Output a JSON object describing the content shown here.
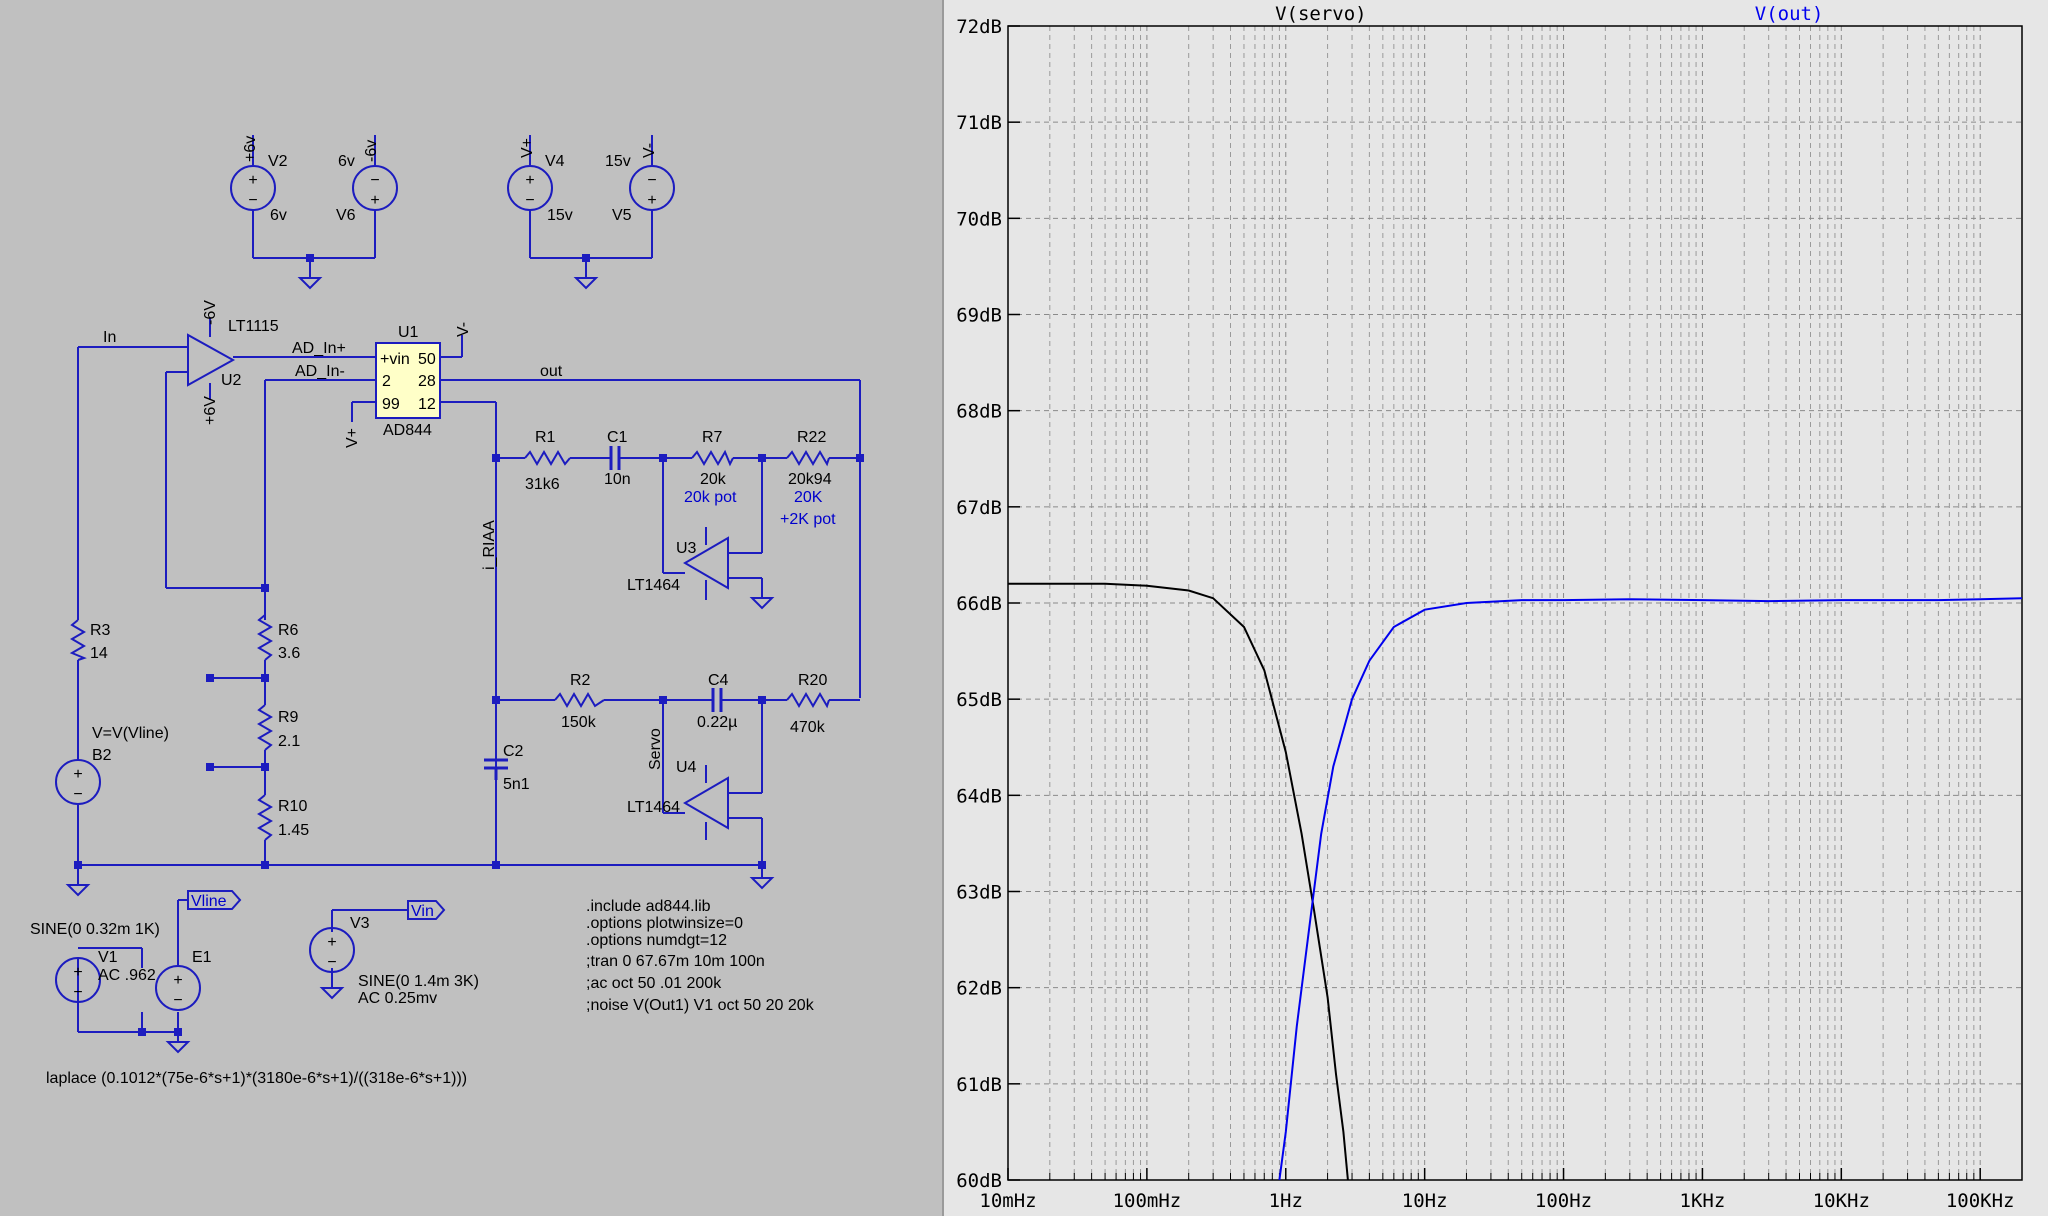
{
  "schematic": {
    "supplies": {
      "v2": {
        "name": "V2",
        "value": "6v",
        "net": "+6v"
      },
      "v6": {
        "name": "V6",
        "value": "6v",
        "net": "-6v"
      },
      "v4": {
        "name": "V4",
        "value": "15v",
        "net": "V+"
      },
      "v5": {
        "name": "V5",
        "value": "15v",
        "net": "V-"
      }
    },
    "components": {
      "u2": {
        "name": "U2",
        "model": "LT1115",
        "supply_top": "-6V",
        "supply_bottom": "+6V"
      },
      "u1": {
        "name": "U1",
        "model": "AD844",
        "pin_vin": "+vin",
        "pin_50": "50",
        "pin_2": "2",
        "pin_28": "28",
        "pin_99": "99",
        "pin_12": "12",
        "net_vplus": "V+",
        "net_vminus": "V-"
      },
      "u3": {
        "name": "U3",
        "model": "LT1464"
      },
      "u4": {
        "name": "U4",
        "model": "LT1464"
      },
      "r1": {
        "name": "R1",
        "value": "31k6"
      },
      "c1": {
        "name": "C1",
        "value": "10n"
      },
      "r7": {
        "name": "R7",
        "value": "20k",
        "note": "20k pot"
      },
      "r22": {
        "name": "R22",
        "value": "20k94",
        "note1": "20K",
        "note2": "+2K pot"
      },
      "r2": {
        "name": "R2",
        "value": "150k"
      },
      "c4": {
        "name": "C4",
        "value": "0.22µ"
      },
      "r20": {
        "name": "R20",
        "value": "470k"
      },
      "c2": {
        "name": "C2",
        "value": "5n1"
      },
      "r3": {
        "name": "R3",
        "value": "14"
      },
      "r6": {
        "name": "R6",
        "value": "3.6"
      },
      "r9": {
        "name": "R9",
        "value": "2.1"
      },
      "r10": {
        "name": "R10",
        "value": "1.45"
      },
      "b2": {
        "name": "B2",
        "value": "V=V(Vline)"
      },
      "v1": {
        "name": "V1",
        "value": "SINE(0 0.32m 1K)",
        "ac": "AC .962"
      },
      "e1": {
        "name": "E1",
        "laplace": "laplace (0.1012*(75e-6*s+1)*(3180e-6*s+1)/((318e-6*s+1)))"
      },
      "v3": {
        "name": "V3",
        "value": "SINE(0 1.4m 3K)",
        "ac": "AC 0.25mv"
      }
    },
    "nets": {
      "in": "In",
      "ad_in_plus": "AD_In+",
      "ad_in_minus": "AD_In-",
      "out": "out",
      "i_riaa": "i_RIAA",
      "servo": "Servo",
      "vline": "Vline",
      "vin": "Vin"
    },
    "plus_sign": "+",
    "minus_sign": "−",
    "directives": [
      ".include ad844.lib",
      ".options plotwinsize=0",
      ".options numdgt=12",
      ";tran 0 67.67m 10m 100n",
      ";ac oct 50 .01 200k",
      ";noise V(Out1) V1 oct 50 20 20k"
    ]
  },
  "chart_data": {
    "type": "line",
    "title": "",
    "xlabel": "",
    "ylabel": "",
    "x_scale": "log",
    "xlim": [
      0.01,
      200000
    ],
    "ylim": [
      60,
      72
    ],
    "grid": true,
    "x_ticks": [
      {
        "v": 0.01,
        "label": "10mHz"
      },
      {
        "v": 0.1,
        "label": "100mHz"
      },
      {
        "v": 1,
        "label": "1Hz"
      },
      {
        "v": 10,
        "label": "10Hz"
      },
      {
        "v": 100,
        "label": "100Hz"
      },
      {
        "v": 1000,
        "label": "1KHz"
      },
      {
        "v": 10000,
        "label": "10KHz"
      },
      {
        "v": 100000,
        "label": "100KHz"
      }
    ],
    "y_ticks": [
      {
        "v": 72,
        "label": "72dB"
      },
      {
        "v": 71,
        "label": "71dB"
      },
      {
        "v": 70,
        "label": "70dB"
      },
      {
        "v": 69,
        "label": "69dB"
      },
      {
        "v": 68,
        "label": "68dB"
      },
      {
        "v": 67,
        "label": "67dB"
      },
      {
        "v": 66,
        "label": "66dB"
      },
      {
        "v": 65,
        "label": "65dB"
      },
      {
        "v": 64,
        "label": "64dB"
      },
      {
        "v": 63,
        "label": "63dB"
      },
      {
        "v": 62,
        "label": "62dB"
      },
      {
        "v": 61,
        "label": "61dB"
      },
      {
        "v": 60,
        "label": "60dB"
      }
    ],
    "series": [
      {
        "name": "V(servo)",
        "color": "#000000",
        "x": [
          0.01,
          0.05,
          0.1,
          0.2,
          0.3,
          0.5,
          0.7,
          1,
          1.3,
          1.6,
          2,
          2.3,
          2.6,
          2.8
        ],
        "y": [
          66.2,
          66.2,
          66.18,
          66.13,
          66.05,
          65.75,
          65.3,
          64.45,
          63.6,
          62.8,
          61.9,
          61.1,
          60.5,
          60.0
        ]
      },
      {
        "name": "V(out)",
        "color": "#0000ee",
        "x": [
          0.9,
          1.0,
          1.2,
          1.5,
          1.8,
          2.2,
          3,
          4,
          6,
          10,
          20,
          50,
          100,
          300,
          1000,
          3000,
          10000,
          50000,
          100000,
          200000
        ],
        "y": [
          60.0,
          60.5,
          61.6,
          62.7,
          63.6,
          64.3,
          65.0,
          65.4,
          65.75,
          65.93,
          66.0,
          66.03,
          66.03,
          66.04,
          66.03,
          66.02,
          66.03,
          66.03,
          66.04,
          66.05
        ]
      }
    ]
  }
}
